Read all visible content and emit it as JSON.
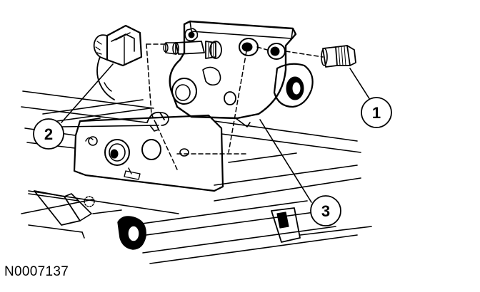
{
  "figure_id": "N0007137",
  "callouts": [
    {
      "label": "1"
    },
    {
      "label": "2"
    },
    {
      "label": "3"
    }
  ],
  "line_color": "#000000",
  "background": "#ffffff"
}
